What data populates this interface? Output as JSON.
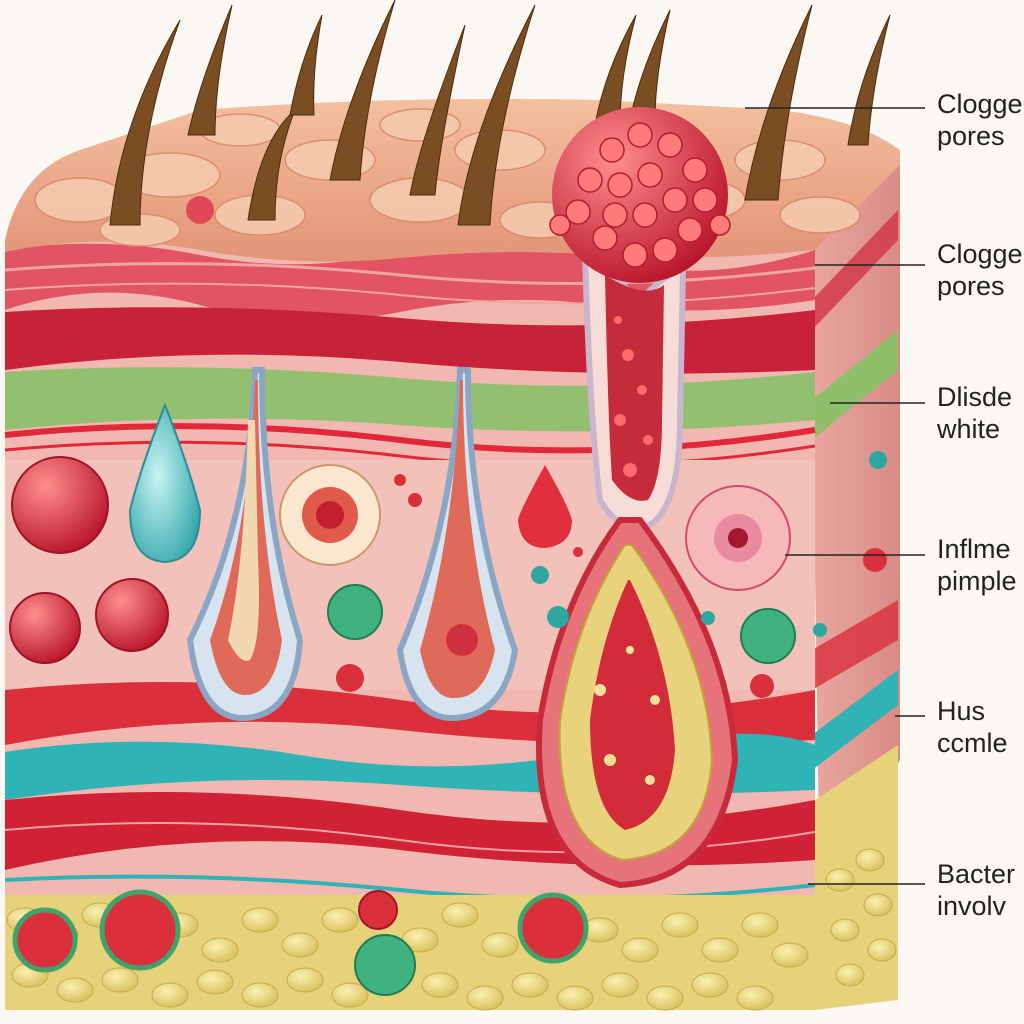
{
  "labels": [
    {
      "line1": "Clogge",
      "line2": "pores"
    },
    {
      "line1": "Clogge",
      "line2": "pores"
    },
    {
      "line1": "Dlisde",
      "line2": "white"
    },
    {
      "line1": "Inflme",
      "line2": "pimple"
    },
    {
      "line1": "Hus",
      "line2": "ccmle"
    },
    {
      "line1": "Bacter",
      "line2": "involv"
    }
  ],
  "colors": {
    "background": "#fbf8f4",
    "epidermis": "#e9a184",
    "dermis": "#f0b8b0",
    "blood": "#d9303c",
    "teal": "#2fb3b5",
    "fat": "#e6d27a",
    "green": "#8fbf6a"
  }
}
